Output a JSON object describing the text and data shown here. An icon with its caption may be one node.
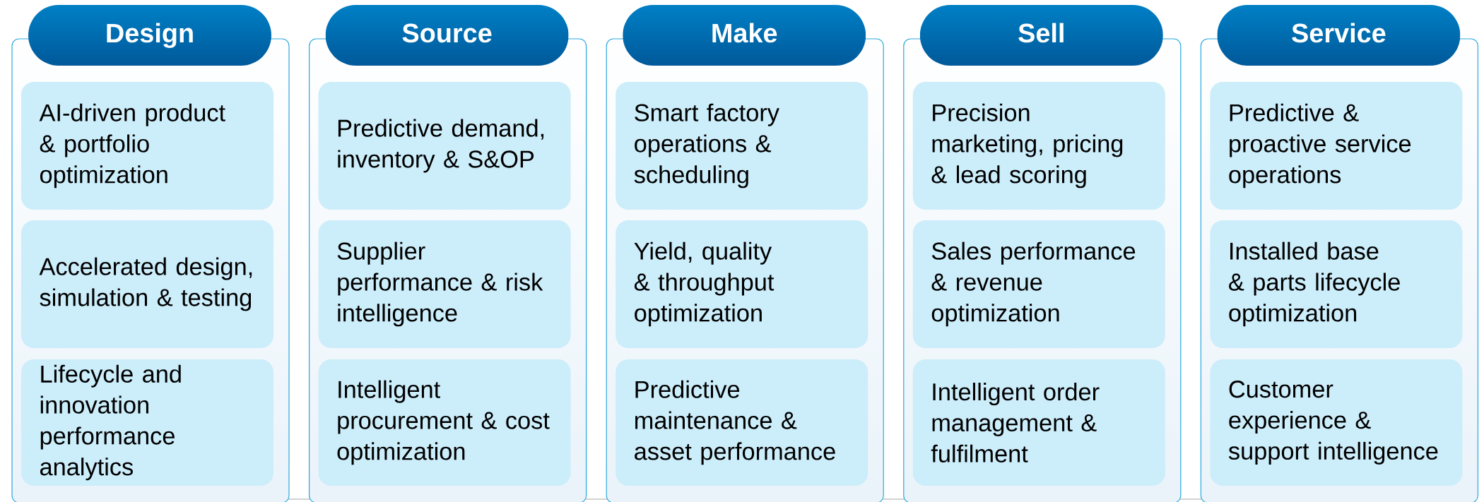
{
  "diagram": {
    "nodes": [
      {
        "text": [
          "Design"
        ]
      },
      {
        "text": [
          "AI-driven product & portfolio optimization"
        ],
        "in": 0
      },
      {
        "text": [
          "Accelerated design, simulation & testing"
        ],
        "in": 0
      },
      {
        "text": [
          "Lifecycle and innovation performance analytics"
        ],
        "in": 0
      },
      {
        "text": [
          "Source"
        ]
      },
      {
        "text": [
          "Predictive demand, inventory & S&OP"
        ],
        "in": 4
      },
      {
        "text": [
          "Supplier performance & risk intelligence"
        ],
        "in": 4
      },
      {
        "text": [
          "Intelligent procurement & cost optimization"
        ],
        "in": 4
      },
      {
        "text": [
          "Make"
        ]
      },
      {
        "text": [
          "Smart factory operations & scheduling"
        ],
        "in": 8
      },
      {
        "text": [
          "Yield, quality & throughput optimization"
        ],
        "in": 8
      },
      {
        "text": [
          "Predictive maintenance & asset performance"
        ],
        "in": 8
      },
      {
        "text": [
          "Sell"
        ]
      },
      {
        "text": [
          "Precision marketing, pricing & lead scoring"
        ],
        "in": 12
      },
      {
        "text": [
          "Sales performance & revenue optimization"
        ],
        "in": 12
      },
      {
        "text": [
          "Intelligent order management & fulfilment"
        ],
        "in": 12
      },
      {
        "text": [
          "Service"
        ]
      },
      {
        "text": [
          "Predictive & proactive service operations"
        ],
        "in": 16
      },
      {
        "text": [
          "Installed base & parts lifecycle optimization"
        ],
        "in": 16
      },
      {
        "text": [
          "Customer experience & support intelligence"
        ],
        "in": 16
      }
    ]
  }
}
